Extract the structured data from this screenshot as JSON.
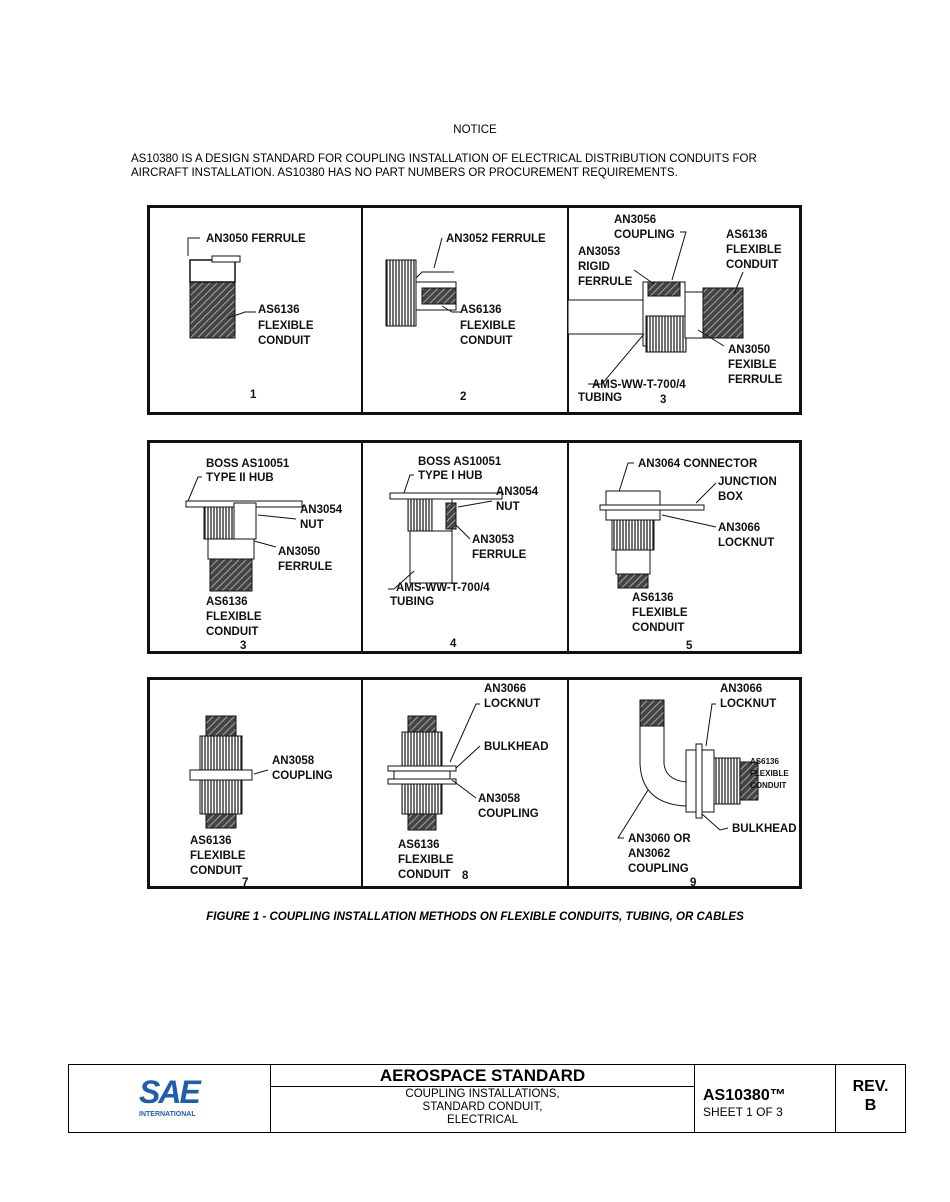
{
  "notice": {
    "title": "NOTICE",
    "line1": "AS10380 IS A DESIGN STANDARD FOR COUPLING INSTALLATION OF ELECTRICAL DISTRIBUTION CONDUITS FOR",
    "line2": "AIRCRAFT INSTALLATION. AS10380 HAS NO PART NUMBERS OR PROCUREMENT REQUIREMENTS."
  },
  "figure": {
    "caption": "FIGURE 1 - COUPLING INSTALLATION METHODS ON FLEXIBLE CONDUITS, TUBING, OR CABLES",
    "p1": {
      "num": "1",
      "ferrule": "AN3050 FERRULE",
      "c1": "AS6136",
      "c2": "FLEXIBLE",
      "c3": "CONDUIT"
    },
    "p2": {
      "num": "2",
      "ferrule": "AN3052 FERRULE",
      "c1": "AS6136",
      "c2": "FLEXIBLE",
      "c3": "CONDUIT"
    },
    "p3": {
      "num": "3",
      "cp1": "AN3056",
      "cp2": "COUPLING",
      "rf1": "AN3053",
      "rf2": "RIGID",
      "rf3": "FERRULE",
      "fc1": "AS6136",
      "fc2": "FLEXIBLE",
      "fc3": "CONDUIT",
      "ff1": "AN3050",
      "ff2": "FEXIBLE",
      "ff3": "FERRULE",
      "t1": "AMS-WW-T-700/4",
      "t2": "TUBING"
    },
    "p4": {
      "num": "3",
      "b1": "BOSS AS10051",
      "b2": "TYPE II HUB",
      "n1": "AN3054",
      "n2": "NUT",
      "f1": "AN3050",
      "f2": "FERRULE",
      "c1": "AS6136",
      "c2": "FLEXIBLE",
      "c3": "CONDUIT"
    },
    "p5": {
      "num": "4",
      "b1": "BOSS AS10051",
      "b2": "TYPE I HUB",
      "n1": "AN3054",
      "n2": "NUT",
      "f1": "AN3053",
      "f2": "FERRULE",
      "t1": "AMS-WW-T-700/4",
      "t2": "TUBING"
    },
    "p6": {
      "num": "5",
      "cn": "AN3064 CONNECTOR",
      "j1": "JUNCTION",
      "j2": "BOX",
      "l1": "AN3066",
      "l2": "LOCKNUT",
      "c1": "AS6136",
      "c2": "FLEXIBLE",
      "c3": "CONDUIT"
    },
    "p7": {
      "num": "7",
      "cp1": "AN3058",
      "cp2": "COUPLING",
      "c1": "AS6136",
      "c2": "FLEXIBLE",
      "c3": "CONDUIT"
    },
    "p8": {
      "num": "8",
      "l1": "AN3066",
      "l2": "LOCKNUT",
      "bh": "BULKHEAD",
      "cp1": "AN3058",
      "cp2": "COUPLING",
      "c1": "AS6136",
      "c2": "FLEXIBLE",
      "c3": "CONDUIT"
    },
    "p9": {
      "num": "9",
      "l1": "AN3066",
      "l2": "LOCKNUT",
      "c1": "AS6136",
      "c2": "FLEXIBLE",
      "c3": "CONDUIT",
      "bh": "BULKHEAD",
      "cp1": "AN3060 OR",
      "cp2": "AN3062",
      "cp3": "COUPLING"
    }
  },
  "titleblock": {
    "logo_text": "SAE",
    "logo_sub": "INTERNATIONAL",
    "heading": "AEROSPACE STANDARD",
    "sub1": "COUPLING INSTALLATIONS,",
    "sub2": "STANDARD CONDUIT,",
    "sub3": "ELECTRICAL",
    "doc_number": "AS10380™",
    "sheet": "SHEET 1 OF 3",
    "rev_label": "REV.",
    "rev_value": "B",
    "logo_color": "#1f5fa8"
  }
}
